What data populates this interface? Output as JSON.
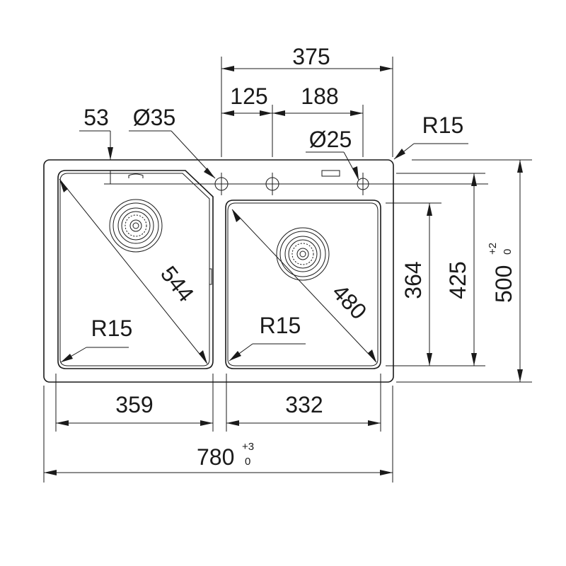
{
  "dimensions": {
    "top_total": "375",
    "top_left": "125",
    "top_right": "188",
    "offset_53": "53",
    "hole_left": "Ø35",
    "hole_right": "Ø25",
    "corner_outer": "R15",
    "diag_left": "544",
    "diag_right": "480",
    "corner_left": "R15",
    "corner_right": "R15",
    "bowl_left_width": "359",
    "bowl_right_width": "332",
    "overall_width": "780",
    "overall_width_tol_upper": "+3",
    "overall_width_tol_lower": "0",
    "bowl_right_depth": "364",
    "bowl_left_depth": "425",
    "overall_depth": "500",
    "overall_depth_tol_upper": "+2",
    "overall_depth_tol_lower": "0"
  }
}
